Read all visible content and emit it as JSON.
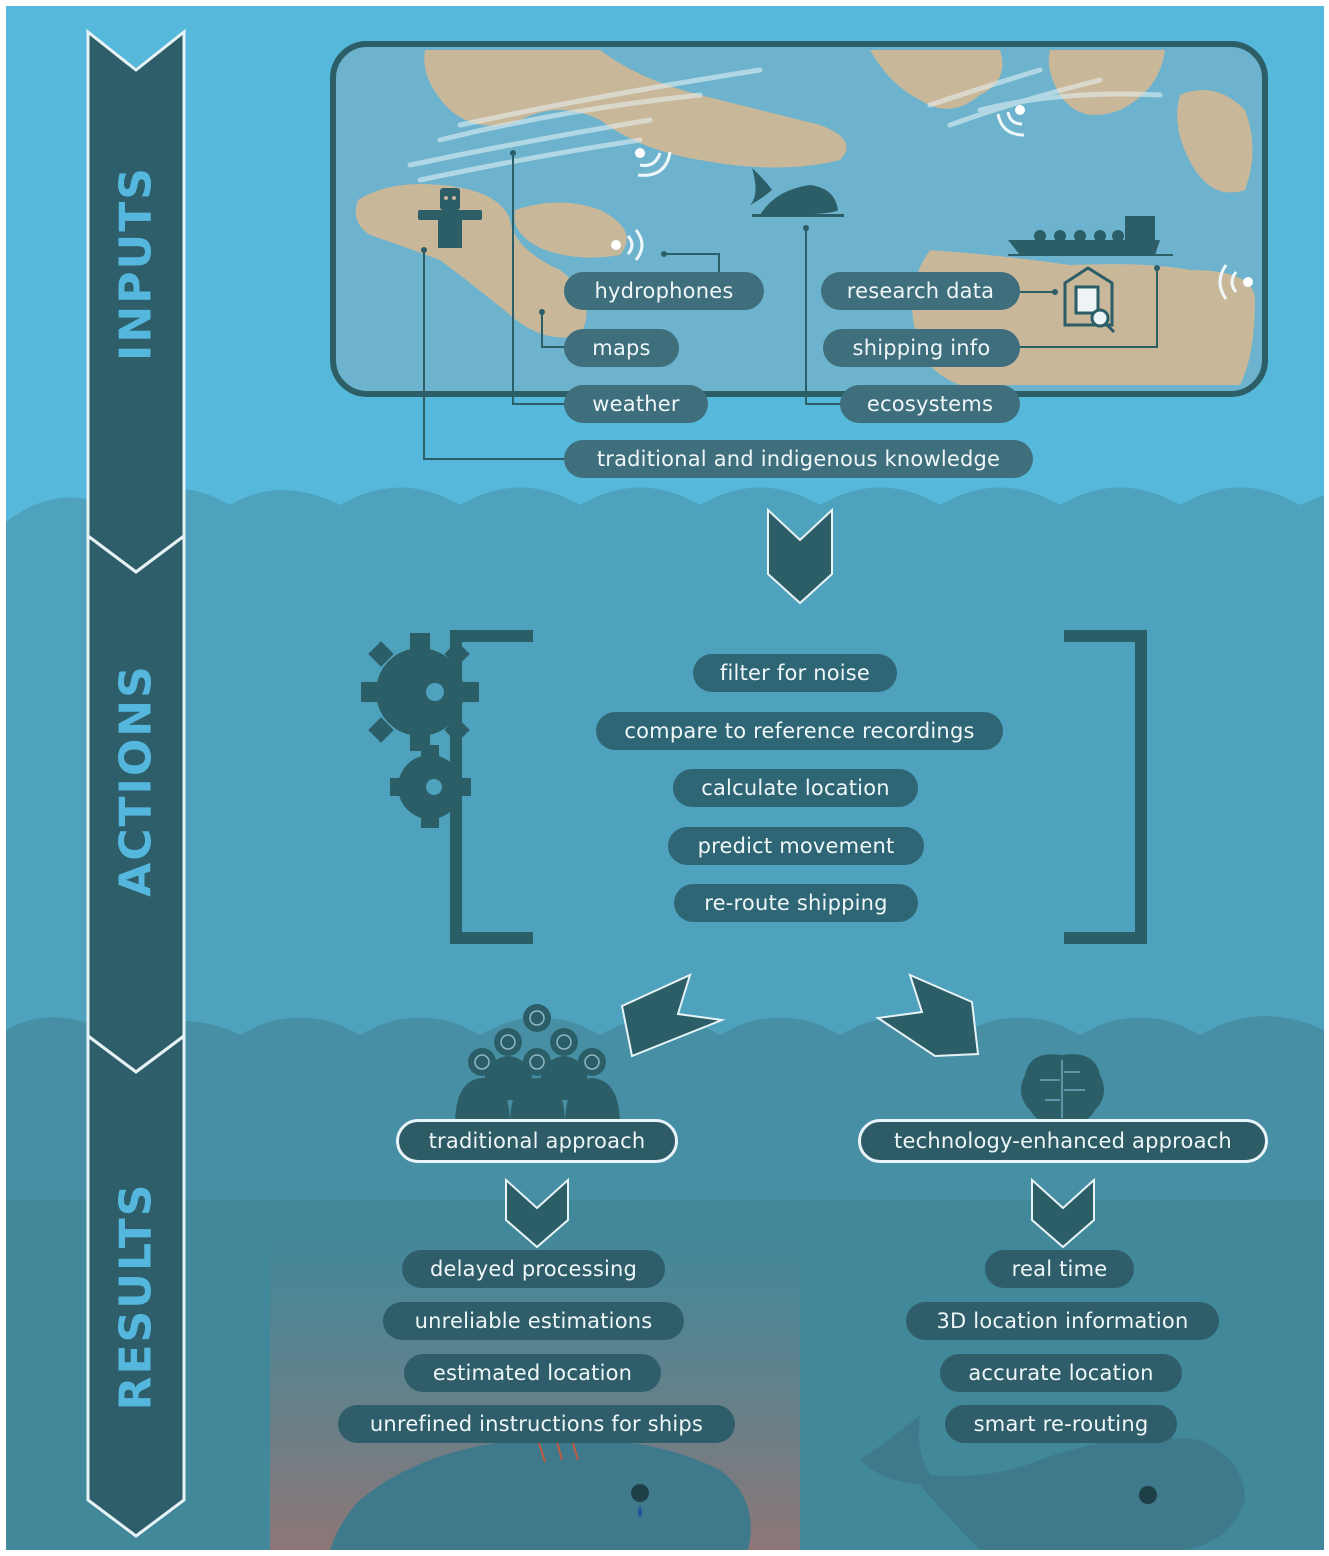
{
  "side_labels": {
    "inputs": "INPUTS",
    "actions": "ACTIONS",
    "results": "RESULTS"
  },
  "inputs": {
    "hydrophones": "hydrophones",
    "maps": "maps",
    "weather": "weather",
    "traditional": "traditional and indigenous knowledge",
    "research_data": "research data",
    "shipping_info": "shipping info",
    "ecosystems": "ecosystems"
  },
  "actions": [
    "filter for noise",
    "compare to reference recordings",
    "calculate location",
    "predict movement",
    "re-route shipping"
  ],
  "approaches": {
    "traditional": "traditional approach",
    "technology": "technology-enhanced approach"
  },
  "results": {
    "traditional": [
      "delayed processing",
      "unreliable estimations",
      "estimated location",
      "unrefined  instructions for ships"
    ],
    "technology": [
      "real time",
      "3D location information",
      "accurate location",
      "smart re-routing"
    ]
  },
  "colors": {
    "sky": "#56b9dc",
    "water_top": "#4d9fb9",
    "water_bottom": "#3d8396",
    "dark_teal": "#2c5e68",
    "land": "#c9b79a",
    "map_sea": "#6cb2cc"
  },
  "icons": [
    "totem-icon",
    "whale-icon",
    "ship-icon",
    "hydrophone-signal-icon",
    "document-search-icon",
    "gear-icon",
    "people-brain-icon",
    "brain-circuit-icon",
    "injured-whale-icon",
    "healthy-whale-icon",
    "chevron-down-icon"
  ]
}
